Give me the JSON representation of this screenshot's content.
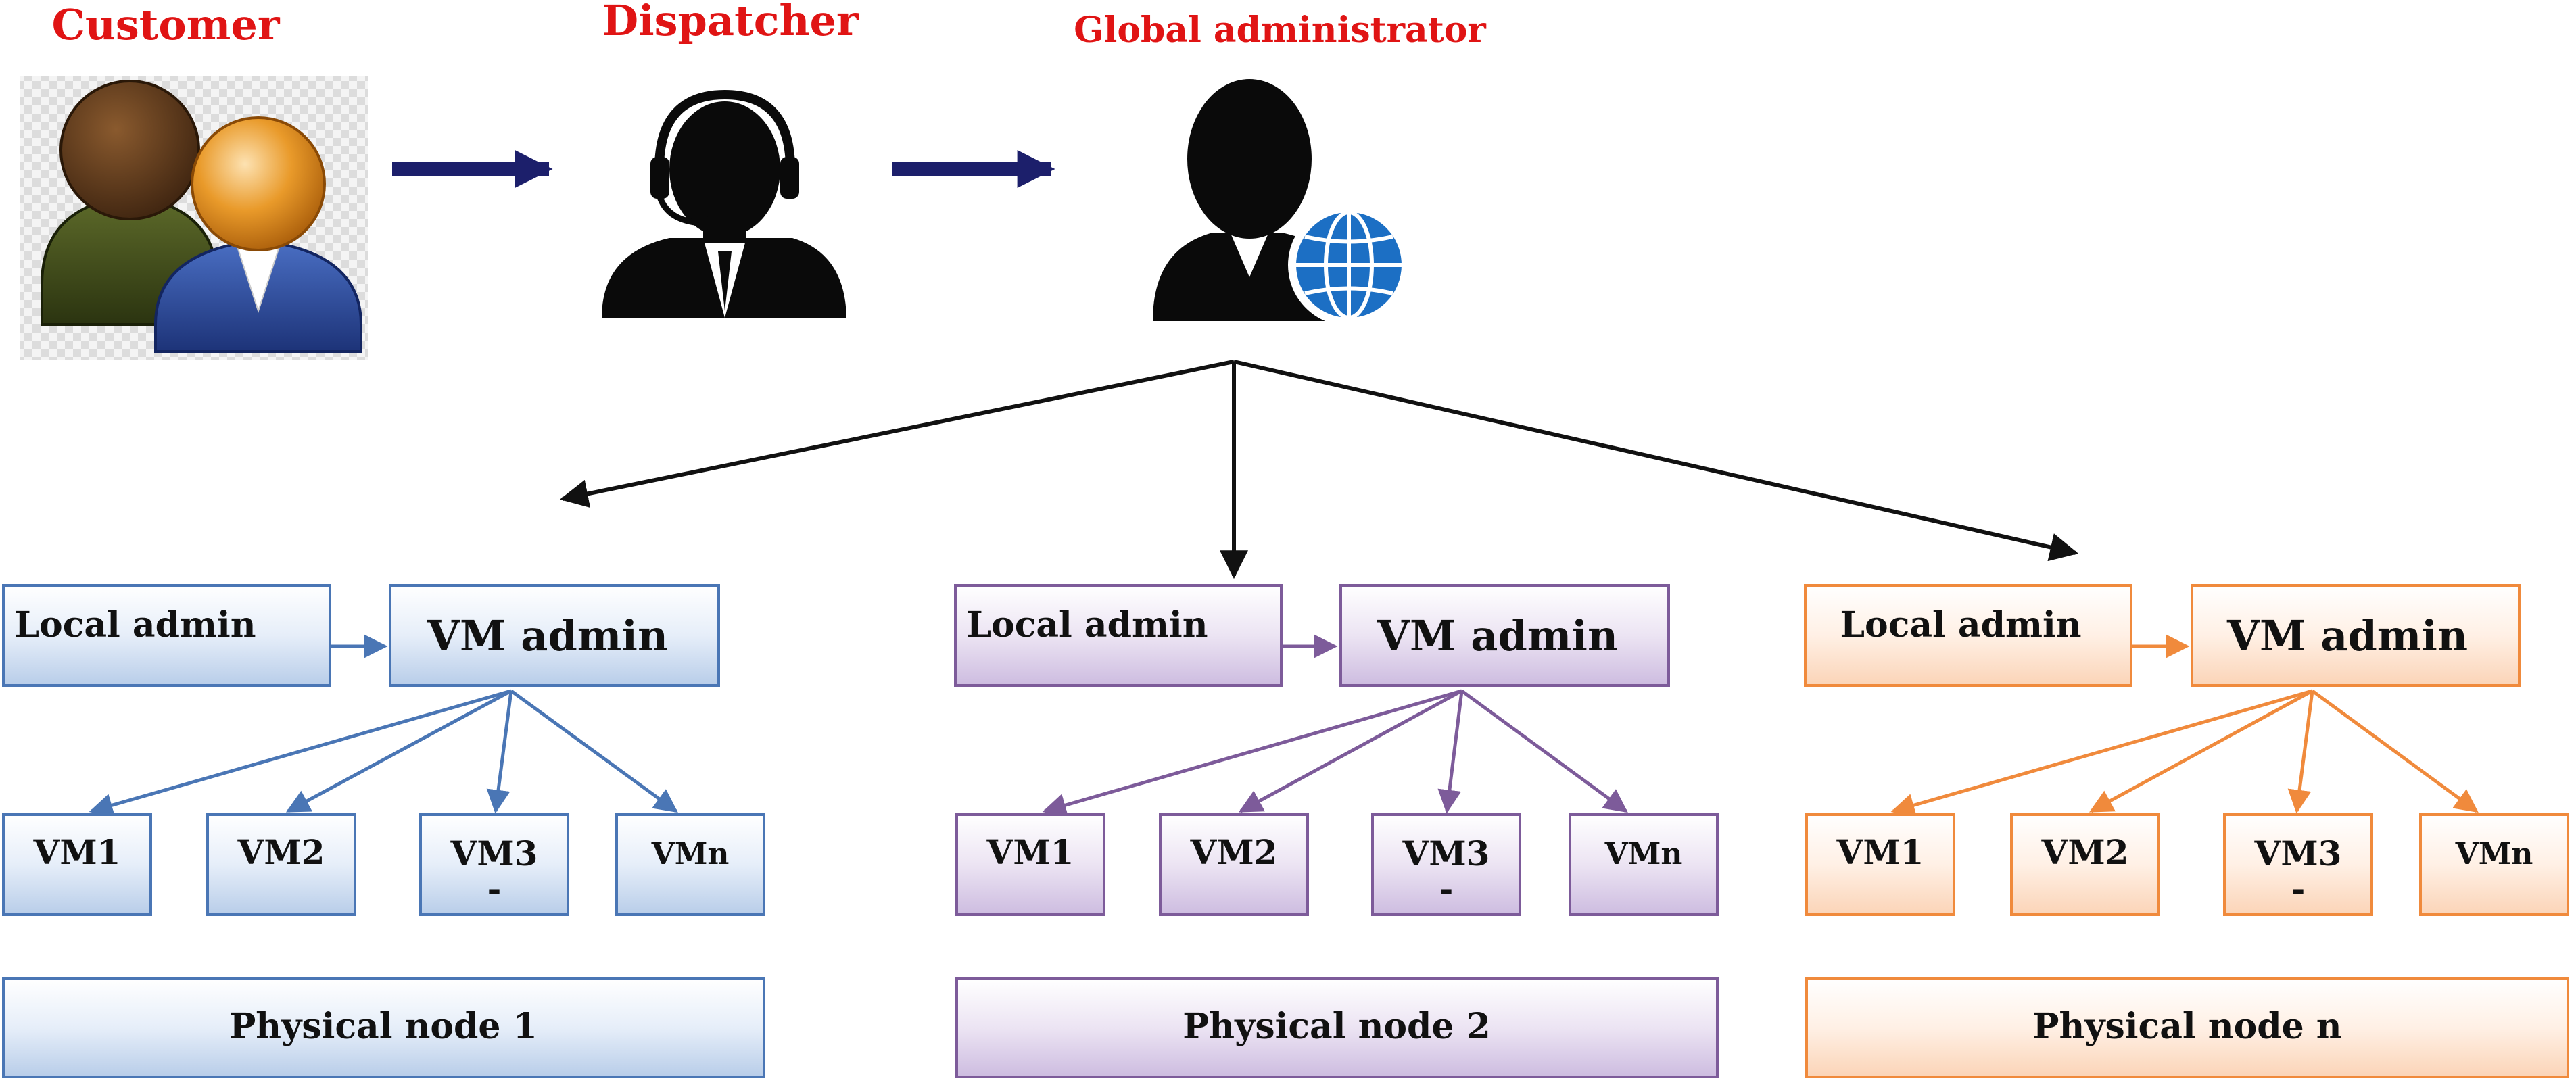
{
  "roles": {
    "customer": {
      "label": "Customer",
      "icon": "customers-icon"
    },
    "dispatcher": {
      "label": "Dispatcher",
      "icon": "headset-operator-icon"
    },
    "global_admin": {
      "label": "Global administrator",
      "icon": "admin-globe-icon"
    }
  },
  "colors": {
    "role_label": "#e01414",
    "flow_arrow": "#1c1f6b",
    "tree_arrow": "#111111",
    "node_blue": "#4a76b5",
    "node_purple": "#7d5b9a",
    "node_orange": "#f08a3c"
  },
  "nodes": [
    {
      "theme": "blue",
      "local_admin": "Local admin",
      "vm_admin": "VM admin",
      "vms": [
        {
          "label": "VM1"
        },
        {
          "label": "VM2"
        },
        {
          "label": "VM3",
          "sub": "-"
        },
        {
          "label": "VMn"
        }
      ],
      "physical": "Physical node 1"
    },
    {
      "theme": "purple",
      "local_admin": "Local admin",
      "vm_admin": "VM admin",
      "vms": [
        {
          "label": "VM1"
        },
        {
          "label": "VM2"
        },
        {
          "label": "VM3",
          "sub": "-"
        },
        {
          "label": "VMn"
        }
      ],
      "physical": "Physical node 2"
    },
    {
      "theme": "orange",
      "local_admin": "Local admin",
      "vm_admin": "VM admin",
      "vms": [
        {
          "label": "VM1"
        },
        {
          "label": "VM2"
        },
        {
          "label": "VM3",
          "sub": "-"
        },
        {
          "label": "VMn"
        }
      ],
      "physical": "Physical node n"
    }
  ]
}
